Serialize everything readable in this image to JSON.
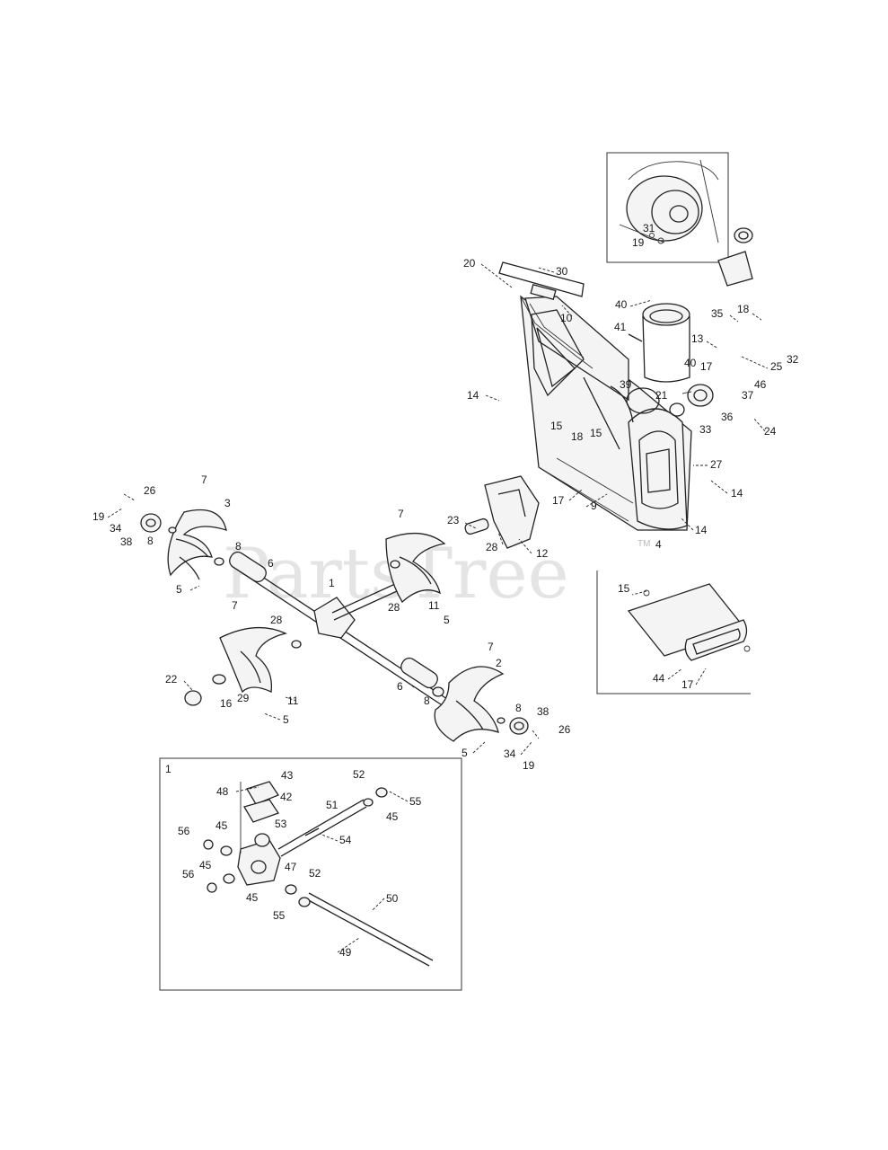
{
  "watermark": {
    "text": "PartsTree",
    "trademark": "TM"
  },
  "inset_detail_label": "1",
  "callouts": [
    {
      "id": "c-31",
      "text": "31"
    },
    {
      "id": "c-19a",
      "text": "19"
    },
    {
      "id": "c-20",
      "text": "20"
    },
    {
      "id": "c-30",
      "text": "30"
    },
    {
      "id": "c-10",
      "text": "10"
    },
    {
      "id": "c-40a",
      "text": "40"
    },
    {
      "id": "c-41",
      "text": "41"
    },
    {
      "id": "c-40b",
      "text": "40"
    },
    {
      "id": "c-35",
      "text": "35"
    },
    {
      "id": "c-18a",
      "text": "18"
    },
    {
      "id": "c-13",
      "text": "13"
    },
    {
      "id": "c-25",
      "text": "25"
    },
    {
      "id": "c-32",
      "text": "32"
    },
    {
      "id": "c-17a",
      "text": "17"
    },
    {
      "id": "c-46",
      "text": "46"
    },
    {
      "id": "c-37",
      "text": "37"
    },
    {
      "id": "c-21",
      "text": "21"
    },
    {
      "id": "c-39",
      "text": "39"
    },
    {
      "id": "c-36",
      "text": "36"
    },
    {
      "id": "c-33",
      "text": "33"
    },
    {
      "id": "c-24",
      "text": "24"
    },
    {
      "id": "c-14a",
      "text": "14"
    },
    {
      "id": "c-15a",
      "text": "15"
    },
    {
      "id": "c-18b",
      "text": "18"
    },
    {
      "id": "c-15b",
      "text": "15"
    },
    {
      "id": "c-27",
      "text": "27"
    },
    {
      "id": "c-14b",
      "text": "14"
    },
    {
      "id": "c-17b",
      "text": "17"
    },
    {
      "id": "c-9",
      "text": "9"
    },
    {
      "id": "c-14c",
      "text": "14"
    },
    {
      "id": "c-4",
      "text": "4"
    },
    {
      "id": "c-7a",
      "text": "7"
    },
    {
      "id": "c-26a",
      "text": "26"
    },
    {
      "id": "c-19b",
      "text": "19"
    },
    {
      "id": "c-34a",
      "text": "34"
    },
    {
      "id": "c-38a",
      "text": "38"
    },
    {
      "id": "c-8a",
      "text": "8"
    },
    {
      "id": "c-3",
      "text": "3"
    },
    {
      "id": "c-8b",
      "text": "8"
    },
    {
      "id": "c-6a",
      "text": "6"
    },
    {
      "id": "c-5a",
      "text": "5"
    },
    {
      "id": "c-7b",
      "text": "7"
    },
    {
      "id": "c-23",
      "text": "23"
    },
    {
      "id": "c-28a",
      "text": "28"
    },
    {
      "id": "c-12",
      "text": "12"
    },
    {
      "id": "c-1",
      "text": "1"
    },
    {
      "id": "c-28b",
      "text": "28"
    },
    {
      "id": "c-11a",
      "text": "11"
    },
    {
      "id": "c-5b",
      "text": "5"
    },
    {
      "id": "c-7c",
      "text": "7"
    },
    {
      "id": "c-28c",
      "text": "28"
    },
    {
      "id": "c-15c",
      "text": "15"
    },
    {
      "id": "c-44",
      "text": "44"
    },
    {
      "id": "c-17c",
      "text": "17"
    },
    {
      "id": "c-22",
      "text": "22"
    },
    {
      "id": "c-16",
      "text": "16"
    },
    {
      "id": "c-29",
      "text": "29"
    },
    {
      "id": "c-11b",
      "text": "11"
    },
    {
      "id": "c-5c",
      "text": "5"
    },
    {
      "id": "c-7d",
      "text": "7"
    },
    {
      "id": "c-2",
      "text": "2"
    },
    {
      "id": "c-6b",
      "text": "6"
    },
    {
      "id": "c-8c",
      "text": "8"
    },
    {
      "id": "c-8d",
      "text": "8"
    },
    {
      "id": "c-38b",
      "text": "38"
    },
    {
      "id": "c-26b",
      "text": "26"
    },
    {
      "id": "c-34b",
      "text": "34"
    },
    {
      "id": "c-19c",
      "text": "19"
    },
    {
      "id": "c-5d",
      "text": "5"
    },
    {
      "id": "c-43",
      "text": "43"
    },
    {
      "id": "c-48",
      "text": "48"
    },
    {
      "id": "c-42",
      "text": "42"
    },
    {
      "id": "c-52a",
      "text": "52"
    },
    {
      "id": "c-55a",
      "text": "55"
    },
    {
      "id": "c-51",
      "text": "51"
    },
    {
      "id": "c-45a",
      "text": "45"
    },
    {
      "id": "c-53",
      "text": "53"
    },
    {
      "id": "c-56a",
      "text": "56"
    },
    {
      "id": "c-45b",
      "text": "45"
    },
    {
      "id": "c-54",
      "text": "54"
    },
    {
      "id": "c-47",
      "text": "47"
    },
    {
      "id": "c-45c",
      "text": "45"
    },
    {
      "id": "c-56b",
      "text": "56"
    },
    {
      "id": "c-52b",
      "text": "52"
    },
    {
      "id": "c-45d",
      "text": "45"
    },
    {
      "id": "c-55b",
      "text": "55"
    },
    {
      "id": "c-50",
      "text": "50"
    },
    {
      "id": "c-49",
      "text": "49"
    }
  ]
}
